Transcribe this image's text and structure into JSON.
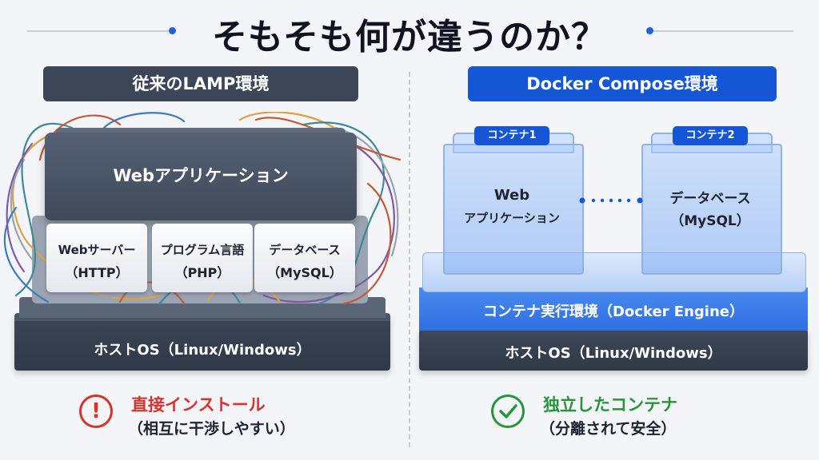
{
  "title": "そもそも何が違うのか？",
  "colors": {
    "lamp_header": "#3c4656",
    "docker_header": "#1456d6",
    "warning": "#d8322c",
    "success": "#27963a",
    "engine": "#2f6fe0"
  },
  "lamp": {
    "header": "従来のLAMP環境",
    "web_app": "Webアプリケーション",
    "components": [
      {
        "line1": "Webサーバー",
        "line2": "（HTTP）"
      },
      {
        "line1": "プログラム言語",
        "line2": "（PHP）"
      },
      {
        "line1": "データベース",
        "line2": "（MySQL）"
      }
    ],
    "host_os": "ホストOS（Linux/Windows）",
    "note_title": "直接インストール",
    "note_sub": "（相互に干渉しやすい）",
    "note_icon": "exclamation-circle-icon"
  },
  "docker": {
    "header": "Docker Compose環境",
    "containers": [
      {
        "badge": "コンテナ1",
        "line1": "Web",
        "line2": "アプリケーション"
      },
      {
        "badge": "コンテナ2",
        "line1": "データベース",
        "line2": "（MySQL）"
      }
    ],
    "engine": "コンテナ実行環境（Docker Engine）",
    "host_os": "ホストOS（Linux/Windows）",
    "note_title": "独立したコンテナ",
    "note_sub": "（分離されて安全）",
    "note_icon": "check-circle-icon"
  }
}
